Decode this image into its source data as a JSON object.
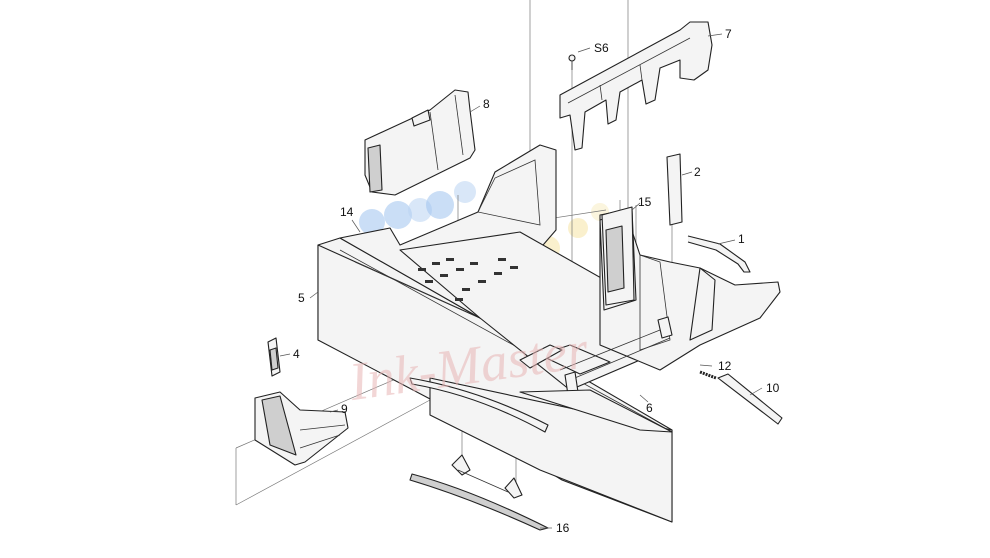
{
  "callouts": {
    "p1": "1",
    "p2": "2",
    "p4": "4",
    "p5": "5",
    "p6": "6",
    "p7": "7",
    "p8": "8",
    "p9": "9",
    "p10": "10",
    "p12": "12",
    "p14": "14",
    "p15": "15",
    "p16": "16",
    "s6": "S6"
  },
  "watermark": {
    "text": "Ink-Master",
    "colors": {
      "blue": "#9ec3ef",
      "yellow": "#f6e3a4",
      "pink": "#e8b6b6"
    }
  }
}
